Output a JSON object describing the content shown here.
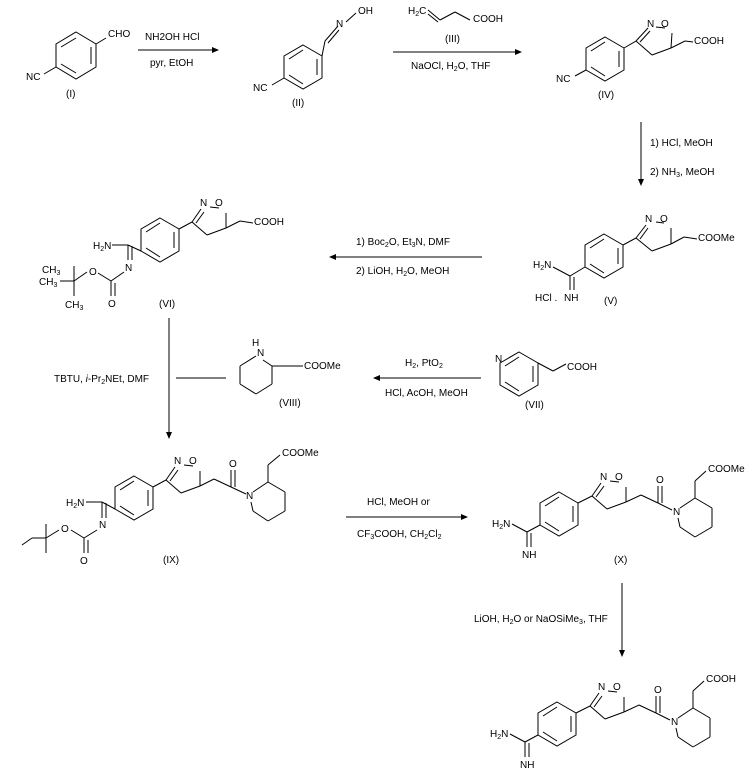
{
  "scheme": {
    "compound_labels": {
      "I": "(I)",
      "II": "(II)",
      "III": "(III)",
      "IV": "(IV)",
      "V": "(V)",
      "VI": "(VI)",
      "VII": "(VII)",
      "VIII": "(VIII)",
      "IX": "(IX)",
      "X": "(X)"
    },
    "atoms": {
      "cho": "CHO",
      "nc": "NC",
      "n": "N",
      "oh": "OH",
      "o": "O",
      "nh": "N",
      "h": "H",
      "cooh": "COOH",
      "coome": "COOMe",
      "h2n": "H2N",
      "hn": "HN",
      "hcl_dot": "HCl ."
    },
    "reagents": {
      "step1_top": "NH2OH HCl",
      "step1_bottom": "pyr, EtOH",
      "step2_bottom": "NaOCl, H2O, THF",
      "step3_a": "1) HCl, MeOH",
      "step3_b": "2) NH3, MeOH",
      "step4_a": "1) Boc2O, Et3N, DMF",
      "step4_b": "2) LiOH, H2O, MeOH",
      "step5_top": "H2, PtO2",
      "step5_bottom": "HCl, AcOH, MeOH",
      "step6": "TBTU, i-Pr2NEt, DMF",
      "step7_top": "HCl, MeOH or",
      "step7_bottom": "CF3COOH, CH2Cl2",
      "step8": "LiOH, H2O or NaOSiMe3, THF"
    }
  }
}
